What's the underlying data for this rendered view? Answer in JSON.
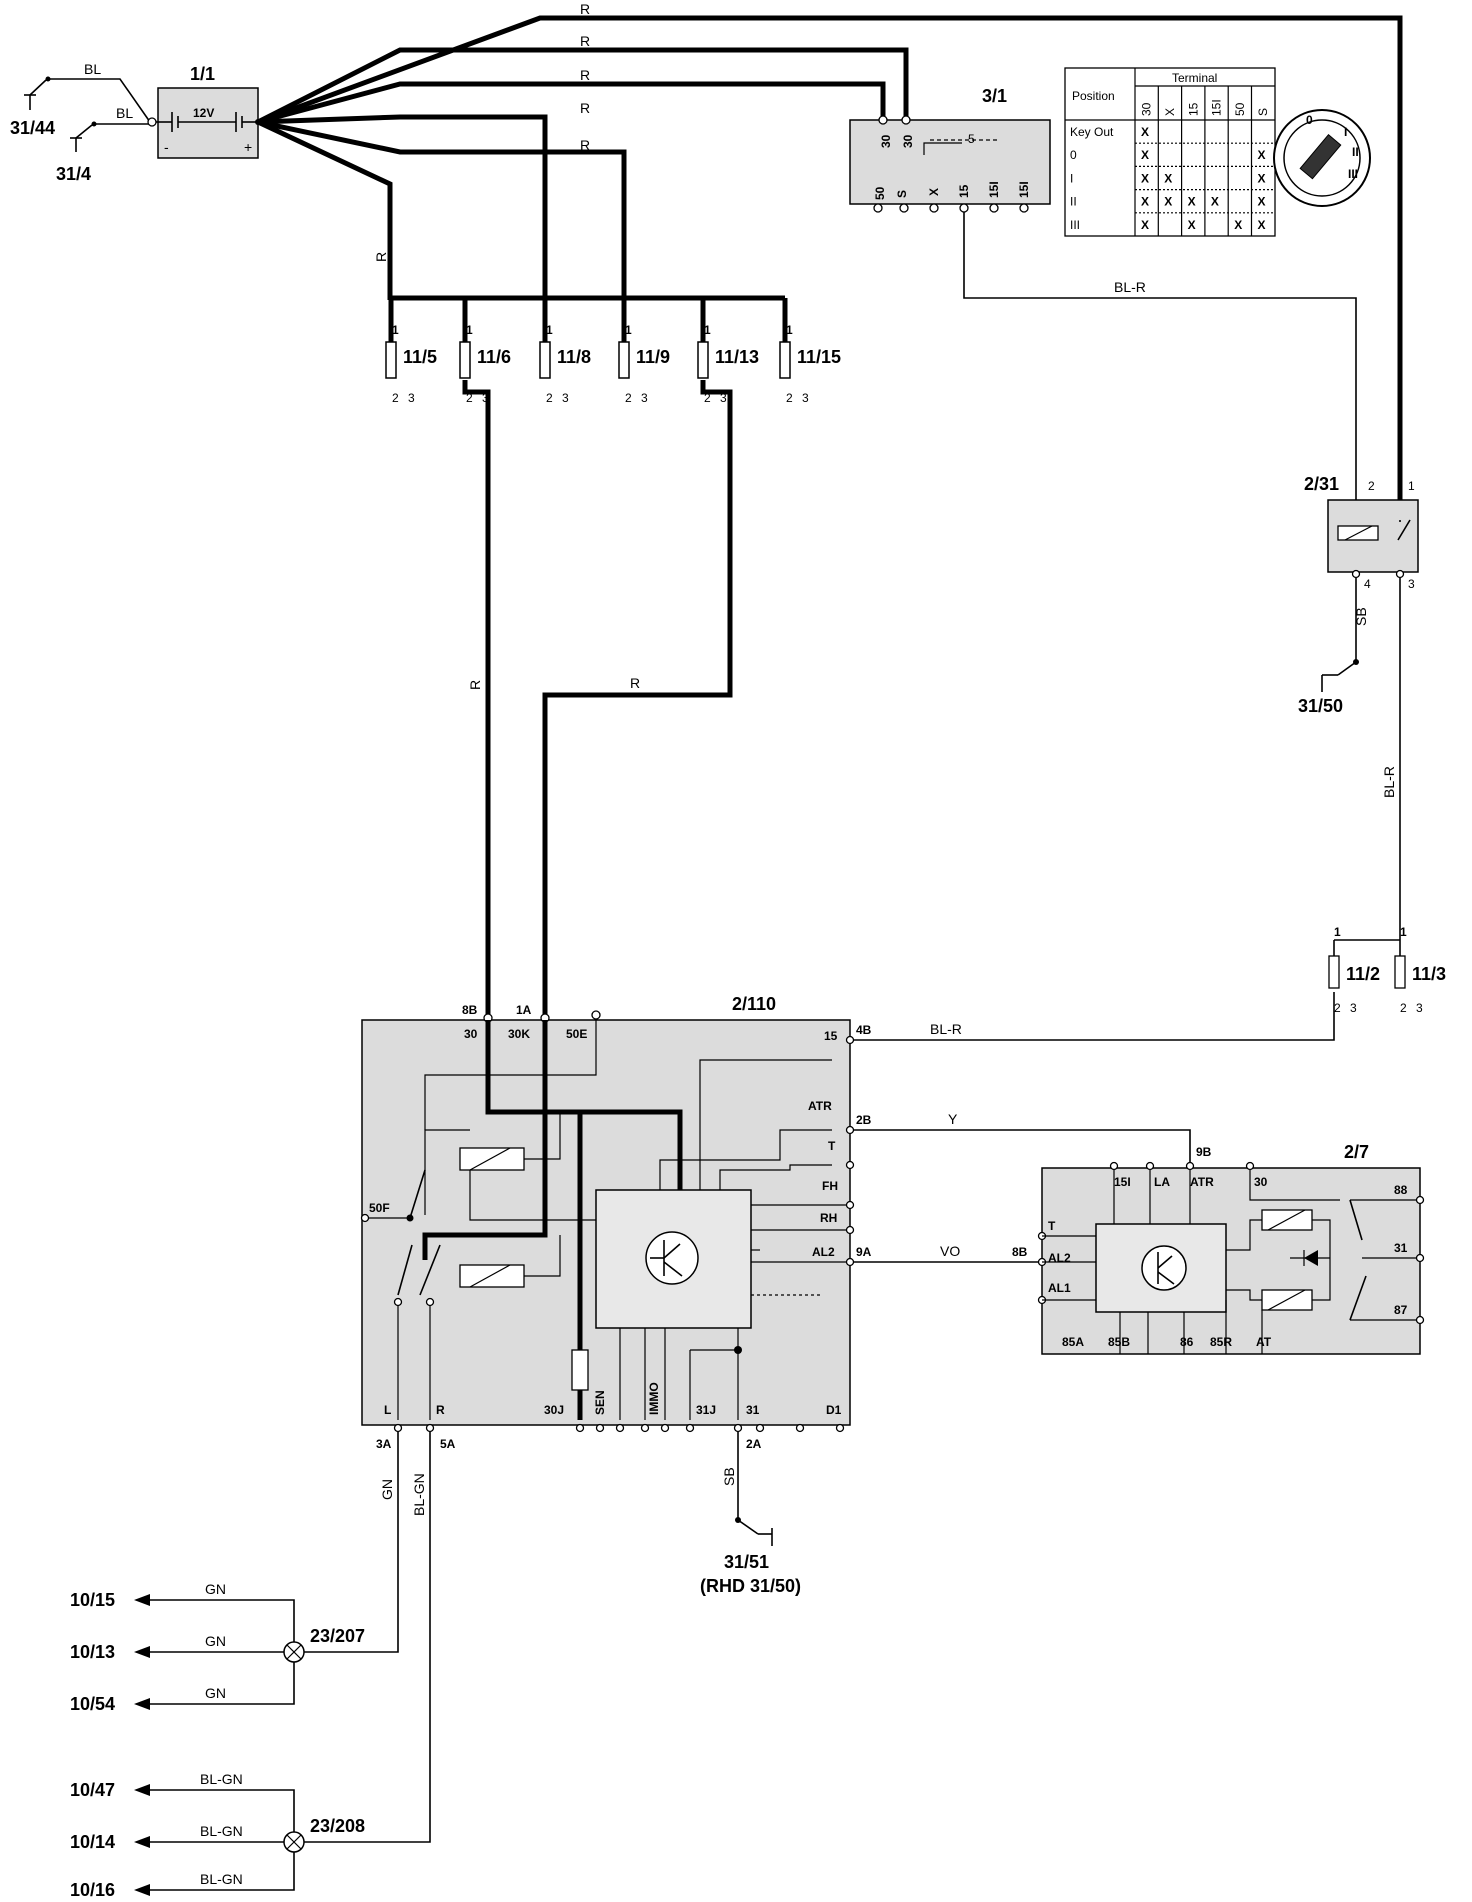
{
  "components": {
    "battery": {
      "id": "1/1",
      "voltage": "12V",
      "minus": "-",
      "plus": "+"
    },
    "ignition_switch": {
      "id": "3/1",
      "top_pins": [
        "30",
        "30"
      ],
      "bottom_pins": [
        "50",
        "S",
        "X",
        "15",
        "15I",
        "15I"
      ],
      "inner_label": "5",
      "table": {
        "header_position": "Position",
        "header_terminal": "Terminal",
        "columns": [
          "30",
          "X",
          "15",
          "15I",
          "50",
          "S"
        ],
        "rows": [
          {
            "pos": "Key Out",
            "marks": [
              "X",
              "",
              "",
              "",
              "",
              ""
            ]
          },
          {
            "pos": "0",
            "marks": [
              "X",
              "",
              "",
              "",
              "",
              "X"
            ]
          },
          {
            "pos": "I",
            "marks": [
              "X",
              "X",
              "",
              "",
              "",
              "X"
            ]
          },
          {
            "pos": "II",
            "marks": [
              "X",
              "X",
              "X",
              "X",
              "",
              "X"
            ]
          },
          {
            "pos": "III",
            "marks": [
              "X",
              "",
              "X",
              "",
              "X",
              "X"
            ]
          }
        ],
        "dial_positions": [
          "0",
          "I",
          "II",
          "III"
        ]
      }
    },
    "relay_231": {
      "id": "2/31",
      "pins": [
        "2",
        "1",
        "4",
        "3"
      ]
    },
    "fuses_top": [
      {
        "id": "11/5",
        "pin_top": "1",
        "pins_bottom": [
          "2",
          "3"
        ]
      },
      {
        "id": "11/6",
        "pin_top": "1",
        "pins_bottom": [
          "2",
          "3"
        ]
      },
      {
        "id": "11/8",
        "pin_top": "1",
        "pins_bottom": [
          "2",
          "3"
        ]
      },
      {
        "id": "11/9",
        "pin_top": "1",
        "pins_bottom": [
          "2",
          "3"
        ]
      },
      {
        "id": "11/13",
        "pin_top": "1",
        "pins_bottom": [
          "2",
          "3"
        ]
      },
      {
        "id": "11/15",
        "pin_top": "1",
        "pins_bottom": [
          "2",
          "3"
        ]
      }
    ],
    "fuses_right": [
      {
        "id": "11/2",
        "pin_top": "1",
        "pins_bottom": [
          "2",
          "3"
        ]
      },
      {
        "id": "11/3",
        "pin_top": "1",
        "pins_bottom": [
          "2",
          "3"
        ]
      }
    ],
    "module_2110": {
      "id": "2/110",
      "top_pins": [
        "8B",
        "1A"
      ],
      "inner_top": [
        "30",
        "30K",
        "50E"
      ],
      "right_inner": [
        "15",
        "ATR",
        "T",
        "FH",
        "RH",
        "AL2"
      ],
      "right_pins": [
        "4B",
        "2B",
        "9A"
      ],
      "left_inner": "50F",
      "bottom_inner": [
        "L",
        "R",
        "30J",
        "SEN",
        "IMMO",
        "31J",
        "31",
        "D1"
      ],
      "bottom_pins": [
        "3A",
        "5A",
        "2A"
      ]
    },
    "module_27": {
      "id": "2/7",
      "top_pin": "9B",
      "top_inner": [
        "15I",
        "LA",
        "ATR",
        "30"
      ],
      "left_inner": [
        "T",
        "AL2",
        "AL1"
      ],
      "left_pin": "8B",
      "bottom_inner": [
        "85A",
        "85B",
        "86",
        "85R",
        "AT"
      ],
      "right_inner": [
        "88",
        "31",
        "87"
      ]
    },
    "connectors": {
      "c23207": "23/207",
      "c23208": "23/208"
    }
  },
  "grounds": {
    "g3144": "31/44",
    "g314": "31/4",
    "g3150": "31/50",
    "g3151": "31/51",
    "g3151_note": "(RHD 31/50)"
  },
  "wire_colors": {
    "bl": "BL",
    "r": "R",
    "bl_r": "BL-R",
    "sb": "SB",
    "y": "Y",
    "vo": "VO",
    "gn": "GN",
    "bl_gn": "BL-GN"
  },
  "outputs_gn": [
    "10/15",
    "10/13",
    "10/54"
  ],
  "outputs_blgn": [
    "10/47",
    "10/14",
    "10/16"
  ]
}
